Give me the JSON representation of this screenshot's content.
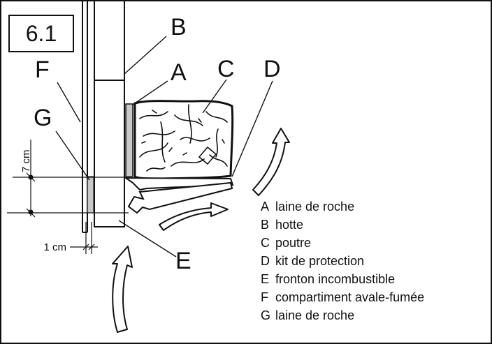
{
  "figure_number": "6.1",
  "callouts": {
    "A": "A",
    "B": "B",
    "C": "C",
    "D": "D",
    "E": "E",
    "F": "F",
    "G": "G"
  },
  "dimensions": {
    "vertical": "7 cm",
    "horizontal": "1 cm"
  },
  "legend": [
    {
      "letter": "A",
      "text": "laine de roche"
    },
    {
      "letter": "B",
      "text": "hotte"
    },
    {
      "letter": "C",
      "text": "poutre"
    },
    {
      "letter": "D",
      "text": "kit de protection"
    },
    {
      "letter": "E",
      "text": "fronton incombustible"
    },
    {
      "letter": "F",
      "text": "compartiment avale-fumée"
    },
    {
      "letter": "G",
      "text": "laine de roche"
    }
  ],
  "colors": {
    "line": "#111111",
    "insulation_fill": "#c8c8c8",
    "background": "#ffffff"
  }
}
